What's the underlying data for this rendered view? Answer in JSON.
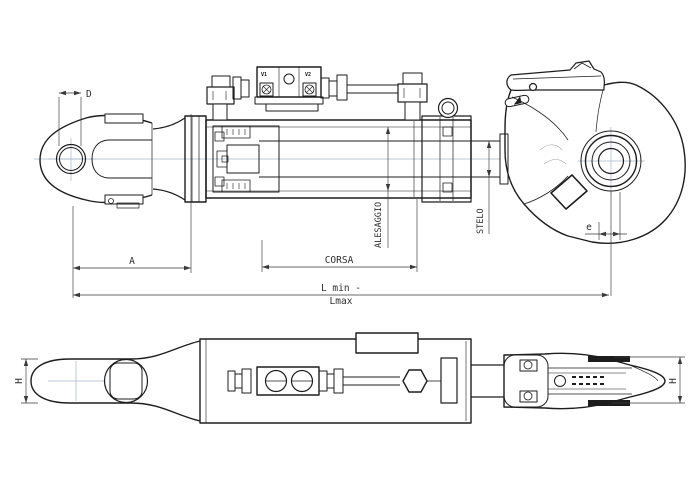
{
  "labels": {
    "d": "D",
    "a": "A",
    "corsa": "CORSA",
    "alesaggio": "ALESAGGIO",
    "stelo": "STELO",
    "e": "e",
    "l_min": "L min -",
    "l_max": "Lmax",
    "h_fork": "H",
    "h_hook": "H",
    "valve_port_1": "V1",
    "valve_port_2": "V2"
  },
  "colors": {
    "line": "#1d1d1d",
    "dim": "#3a3a3a",
    "centerline": "#a8b6c8",
    "background": "#ffffff"
  }
}
